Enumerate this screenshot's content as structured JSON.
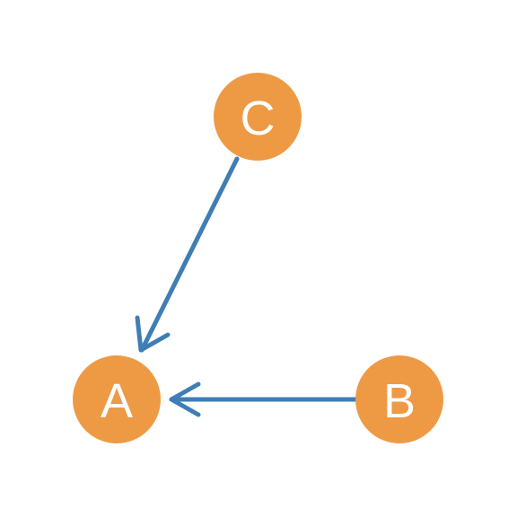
{
  "colors": {
    "node_fill": "#ee9a45",
    "edge_stroke": "#3f7db6",
    "node_text": "#ffffff",
    "background": "#ffffff"
  },
  "nodes": [
    {
      "id": "A",
      "label": "A"
    },
    {
      "id": "B",
      "label": "B"
    },
    {
      "id": "C",
      "label": "C"
    }
  ],
  "edges": [
    {
      "from": "C",
      "to": "A",
      "directed": true
    },
    {
      "from": "B",
      "to": "A",
      "directed": true
    }
  ]
}
